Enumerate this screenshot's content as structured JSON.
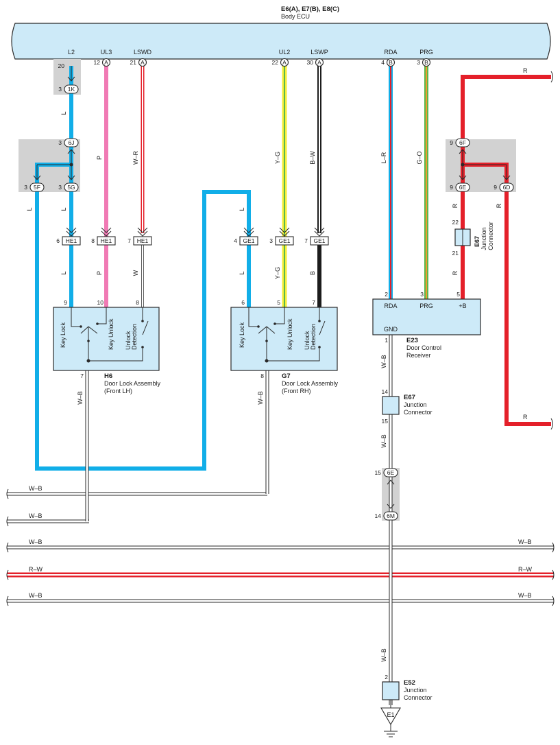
{
  "ecu": {
    "title": "E6(A), E7(B), E8(C)",
    "name": "Body ECU",
    "pins": [
      {
        "num": "20",
        "label": "L2",
        "conn": ""
      },
      {
        "num": "12",
        "label": "UL3",
        "conn": "A"
      },
      {
        "num": "21",
        "label": "LSWD",
        "conn": "A"
      },
      {
        "num": "22",
        "label": "UL2",
        "conn": "A"
      },
      {
        "num": "30",
        "label": "LSWP",
        "conn": "A"
      },
      {
        "num": "4",
        "label": "RDA",
        "conn": "B"
      },
      {
        "num": "3",
        "label": "PRG",
        "conn": "B"
      }
    ]
  },
  "junction_pins": {
    "p1k": {
      "num": "3",
      "id": "1K"
    },
    "p6j": {
      "num": "3",
      "id": "6J"
    },
    "p5f": {
      "num": "3",
      "id": "5F"
    },
    "p5g": {
      "num": "3",
      "id": "5G"
    },
    "p6f": {
      "num": "9",
      "id": "6F"
    },
    "p6e_top": {
      "num": "9",
      "id": "6E"
    },
    "p6d": {
      "num": "9",
      "id": "6D"
    },
    "p6e_mid": {
      "num": "15",
      "id": "6E"
    },
    "p6m": {
      "num": "14",
      "id": "6M"
    }
  },
  "connectors": [
    {
      "num": "6",
      "id": "HE1"
    },
    {
      "num": "8",
      "id": "HE1"
    },
    {
      "num": "7",
      "id": "HE1"
    },
    {
      "num": "4",
      "id": "GE1"
    },
    {
      "num": "3",
      "id": "GE1"
    },
    {
      "num": "7",
      "id": "GE1"
    }
  ],
  "wire_labels": {
    "l_1": "L",
    "l_2": "L",
    "l_3": "L",
    "l_4": "L",
    "l_5": "L",
    "l_6": "L",
    "p_1": "P",
    "p_2": "P",
    "wr": "W–R",
    "w": "W",
    "yg_1": "Y–G",
    "yg_2": "Y–G",
    "bw": "B–W",
    "b": "B",
    "lr": "L–R",
    "go": "G–O",
    "r_top": "R",
    "r_1": "R",
    "r_2": "R",
    "r_3": "R",
    "r_bottom": "R",
    "wb_h6": "W–B",
    "wb_g7": "W–B",
    "wb_e23": "W–B",
    "wb_e67": "W–B",
    "wb_e52": "W–B"
  },
  "door_lh": {
    "code": "H6",
    "name": "Door Lock Assembly",
    "side": "(Front LH)",
    "pins": [
      "9",
      "10",
      "8"
    ],
    "gnd_pin": "7",
    "switches": [
      "Key Lock",
      "Key Unlock",
      "Unlock",
      "Detection"
    ]
  },
  "door_rh": {
    "code": "G7",
    "name": "Door Lock Assembly",
    "side": "(Front RH)",
    "pins": [
      "6",
      "5",
      "7"
    ],
    "gnd_pin": "8",
    "switches": [
      "Key Lock",
      "Key Unlock",
      "Unlock",
      "Detection"
    ]
  },
  "receiver": {
    "code": "E23",
    "name": "Door Control",
    "name2": "Receiver",
    "pins": [
      "2",
      "3",
      "5"
    ],
    "labels": [
      "RDA",
      "PRG",
      "+B"
    ],
    "gnd_label": "GND",
    "gnd_pin": "1"
  },
  "e67_vertical": {
    "code": "E67",
    "line1": "Junction",
    "line2": "Connector",
    "pin_top": "22",
    "pin_bottom": "21"
  },
  "e67_lower": {
    "code": "E67",
    "line1": "Junction",
    "line2": "Connector",
    "pin_top": "14",
    "pin_bottom": "15"
  },
  "e52": {
    "code": "E52",
    "line1": "Junction",
    "line2": "Connector",
    "pin": "2"
  },
  "ground": "E1",
  "bus_wires": [
    {
      "left": "W–B",
      "right": ""
    },
    {
      "left": "W–B",
      "right": ""
    },
    {
      "left": "W–B",
      "right": "W–B"
    },
    {
      "left": "R–W",
      "right": "R–W"
    },
    {
      "left": "W–B",
      "right": "W–B"
    }
  ],
  "colors": {
    "blue": "#11aee8",
    "pink": "#f07ab4",
    "red": "#e4202a",
    "yellow": "#f4ee3a",
    "green": "#5cb84c",
    "black": "#1c1c1c",
    "light_blue_panel": "#cdeaf8",
    "gray_panel": "#d2d2d2"
  }
}
